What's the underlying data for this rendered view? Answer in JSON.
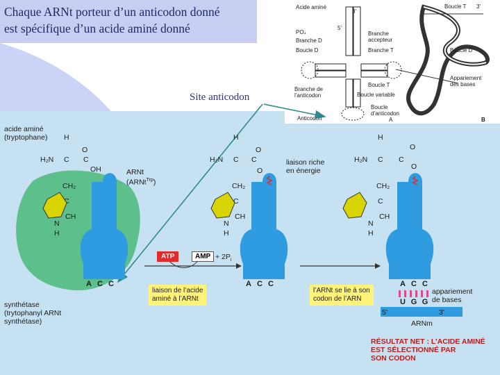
{
  "title": {
    "line1": "Chaque ARNt porteur d’un anticodon donné",
    "line2": "est spécifique d’un acide aminé donné"
  },
  "site_label": "Site anticodon",
  "trna_structure": {
    "acide_amine": "Acide aminé",
    "boucle_t_top": "Boucle T",
    "po4": "PO₄",
    "branche_accepteur": "Branche accepteur",
    "branche_d": "Branche D",
    "branche_t": "Branche T",
    "boucle_d_left": "Boucle D",
    "boucle_d_right": "Boucle D",
    "appariement": "Appariement des bases",
    "boucle_t_mid": "Boucle T",
    "branche_anticodon": "Branche de l’anticodon",
    "boucle_variable": "Boucle variable",
    "boucle_anticodon": "Boucle d’anticodon",
    "anticodon": "Anticodon",
    "panel_a": "A",
    "panel_b": "B",
    "five_prime": "5'",
    "three_prime": "3'",
    "three_prime_right": "3'"
  },
  "scheme": {
    "acide_amine_line1": "acide aminé",
    "acide_amine_line2": "(tryptophane)",
    "arnt_label_line1": "ARNt",
    "arnt_label_line2": "(ARNt",
    "arnt_sup": "Trp",
    "liaison_riche_line1": "liaison riche",
    "liaison_riche_line2": "en énergie",
    "synthetase_line1": "synthétase",
    "synthetase_line2": "(trytophanyl ARNt",
    "synthetase_line3": "synthétase)",
    "atp": "ATP",
    "amp": "AMP",
    "plus_2pi": "+ 2P",
    "pi_sub": "i",
    "box1_line1": "liaison de l’acide",
    "box1_line2": "aminé à l’ARNt",
    "box2_line1": "l’ARNt se lie à son",
    "box2_line2": "codon de l’ARN",
    "appariement_line1": "appariement",
    "appariement_line2": "de bases",
    "five_prime": "5'",
    "three_prime": "3'",
    "arnm": "ARNm",
    "result_line1": "RÉSULTAT NET : L’ACIDE AMINÉ",
    "result_line2": "EST SÉLECTIONNÉ PAR",
    "result_line3": "SON CODON",
    "anticodon": [
      "A",
      "C",
      "C"
    ],
    "codon": [
      "U",
      "G",
      "G"
    ],
    "chem": {
      "h": "H",
      "c": "C",
      "o": "O",
      "oh": "OH",
      "h2n": "H₂N",
      "ch2": "CH₂",
      "ch": "CH",
      "n": "N"
    }
  },
  "colors": {
    "title_bg": "#c8cdf2",
    "trna_blue": "#2f9be0",
    "synthetase_green": "#5dbf8c",
    "ring_yellow": "#d8d400",
    "atp_red": "#e22a2a",
    "codon_pink": "#d94b8c",
    "arrow_teal": "#2e8a8a"
  }
}
